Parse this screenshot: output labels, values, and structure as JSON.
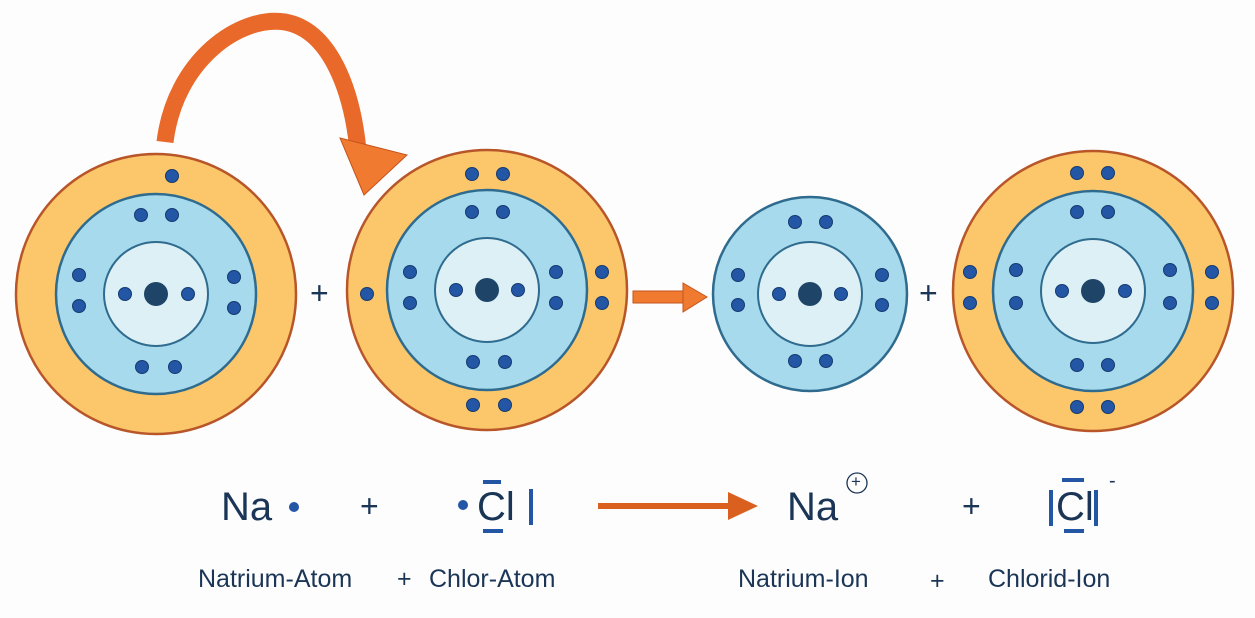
{
  "colors": {
    "outer_shell": "#fbc76a",
    "shell_border": "#b8562a",
    "mid_shell": "#a6daec",
    "inner_shell": "#dcf0f6",
    "ring": "#2f6b8e",
    "electron": "#2456a6",
    "nucleus": "#1e4468",
    "arrow": "#e8692a"
  },
  "particles": [
    {
      "name": "sodium-atom",
      "shells": [
        2,
        8,
        1
      ]
    },
    {
      "name": "chlorine-atom",
      "shells": [
        2,
        8,
        7
      ]
    },
    {
      "name": "sodium-ion",
      "shells": [
        2,
        8
      ]
    },
    {
      "name": "chloride-ion",
      "shells": [
        2,
        8,
        8
      ]
    }
  ],
  "equation": {
    "na_symbol": "Na",
    "cl_symbol": "Cl",
    "na_ion_symbol": "Na",
    "cl_ion_symbol": "Cl",
    "plus": "+",
    "na_charge": "+",
    "cl_charge": "-"
  },
  "labels": {
    "sodium_atom": "Natrium-Atom",
    "plus1": "+",
    "chlorine_atom": "Chlor-Atom",
    "sodium_ion": "Natrium-Ion",
    "plus2": "+",
    "chloride_ion": "Chlorid-Ion"
  }
}
